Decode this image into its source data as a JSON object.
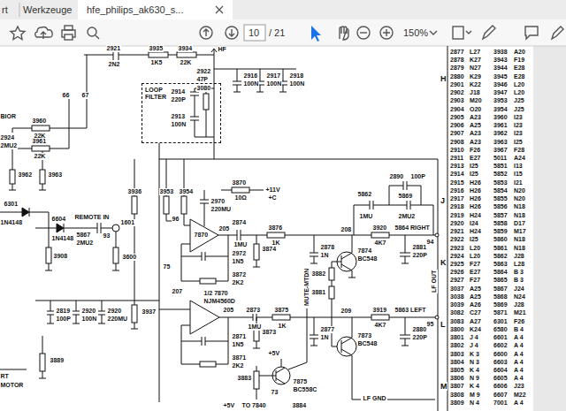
{
  "diagram": {
    "nodes": [
      {
        "text": [
          "LOOP FILTER"
        ]
      }
    ],
    "labels": [
      "rt",
      "Werkzeuge",
      "hfe_philips_ak630_s...",
      "10",
      "/ 21",
      "150%",
      "2921",
      "2N2",
      "3935",
      "1K5",
      "3934",
      "22K",
      "HF",
      "2922",
      "47P",
      "2916",
      "100N",
      "2917",
      "100N",
      "2918",
      "100N",
      "2914",
      "220P",
      "3080",
      "2913",
      "100N",
      "66",
      "67",
      "BIOR",
      "3960",
      "22K",
      "3961",
      "22K",
      "2924",
      "2MU2",
      "3962",
      "3963",
      "6301",
      "1N4148",
      "6604",
      "1N4148",
      "REMOTE IN",
      "5867",
      "2MU2",
      "93",
      "1601",
      "3908",
      "3600",
      "2819",
      "100P",
      "2920",
      "100N",
      "2920",
      "220MU",
      "3937",
      "3889",
      "RT",
      "MOTOR",
      "3936",
      "3953",
      "3954",
      "96",
      "3870",
      "10Ω",
      "+11V",
      "+C",
      "2970",
      "220MU",
      "7870",
      "2874",
      "1MU",
      "205",
      "3876",
      "1K",
      "2972",
      "1N5",
      "3872",
      "2K2",
      "3874",
      "2878",
      "1N",
      "7874",
      "BC548",
      "208",
      "3920",
      "4K7",
      "5862",
      "1MU",
      "2890",
      "100P",
      "5869",
      "2MU2",
      "5864 RIGHT",
      "94",
      "2881",
      "220P",
      "3882",
      "3881",
      "MUTE-MTDN",
      "75",
      "207",
      "1/2 7870",
      "NJM4560D",
      "205",
      "2873",
      "1MU",
      "3875",
      "1K",
      "3873",
      "2877",
      "1N",
      "7873",
      "BC548",
      "209",
      "3919",
      "4K7",
      "5863 LEFT",
      "95",
      "2880",
      "220P",
      "2871",
      "1N5",
      "3871",
      "2K2",
      "+5V",
      "7875",
      "BC558C",
      "73",
      "3883",
      "+5V",
      "TO 7840",
      "3884",
      "LF GND",
      "LF OUT",
      "H",
      "J",
      "K",
      "L",
      "M",
      "2877",
      "L27",
      "3938",
      "A20",
      "2878",
      "K27",
      "3943",
      "F19",
      "2879",
      "N27",
      "3944",
      "E28",
      "2880",
      "K29",
      "3945",
      "E28",
      "2901",
      "K22",
      "3946",
      "L20",
      "2902",
      "J18",
      "3947",
      "L20",
      "2903",
      "M20",
      "3953",
      "J25",
      "2904",
      "O20",
      "3954",
      "J25",
      "2905",
      "A23",
      "3960",
      "I23",
      "2906",
      "A25",
      "3961",
      "I23",
      "2907",
      "A23",
      "3962",
      "I23",
      "2908",
      "A23",
      "3963",
      "I25",
      "2910",
      "F26",
      "3967",
      "F28",
      "2911",
      "E27",
      "5011",
      "A24",
      "2913",
      "I25",
      "5851",
      "I13",
      "2914",
      "I25",
      "5852",
      "I15",
      "2915",
      "H26",
      "5853",
      "I21",
      "2916",
      "H26",
      "5854",
      "N20",
      "2917",
      "H26",
      "5855",
      "N20",
      "2918",
      "H26",
      "5856",
      "N18",
      "2919",
      "H24",
      "5857",
      "N18",
      "2920",
      "I24",
      "5858",
      "D17",
      "2921",
      "H24",
      "5859",
      "M17",
      "2922",
      "I25",
      "5860",
      "N18",
      "2923",
      "L20",
      "5861",
      "N18",
      "2924",
      "L20",
      "5862",
      "J28",
      "2925",
      "F27",
      "5863",
      "L28",
      "2926",
      "E27",
      "5864",
      "B 3",
      "2927",
      "F27",
      "5865",
      "B 3",
      "3037",
      "A25",
      "5867",
      "J24",
      "3038",
      "A25",
      "5868",
      "N24",
      "3039",
      "A26",
      "5869",
      "J28",
      "3082",
      "C27",
      "5871",
      "M21",
      "3083",
      "A27",
      "6301",
      "F26",
      "3800",
      "K24",
      "6580",
      "B 4",
      "3801",
      "J 4",
      "6601",
      "A 4",
      "3802",
      "J 4",
      "6602",
      "A 4",
      "3803",
      "K 3",
      "6600",
      "A 4",
      "3804",
      "N 3",
      "6603",
      "A 4",
      "3805",
      "K 4",
      "6604",
      "A 4",
      "3806",
      "N 9",
      "6605",
      "A 4",
      "3807",
      "K 4",
      "6606",
      "J23",
      "3808",
      "M 9",
      "6607",
      "M22",
      "3809",
      "N 4",
      "7001",
      "A 4"
    ]
  }
}
